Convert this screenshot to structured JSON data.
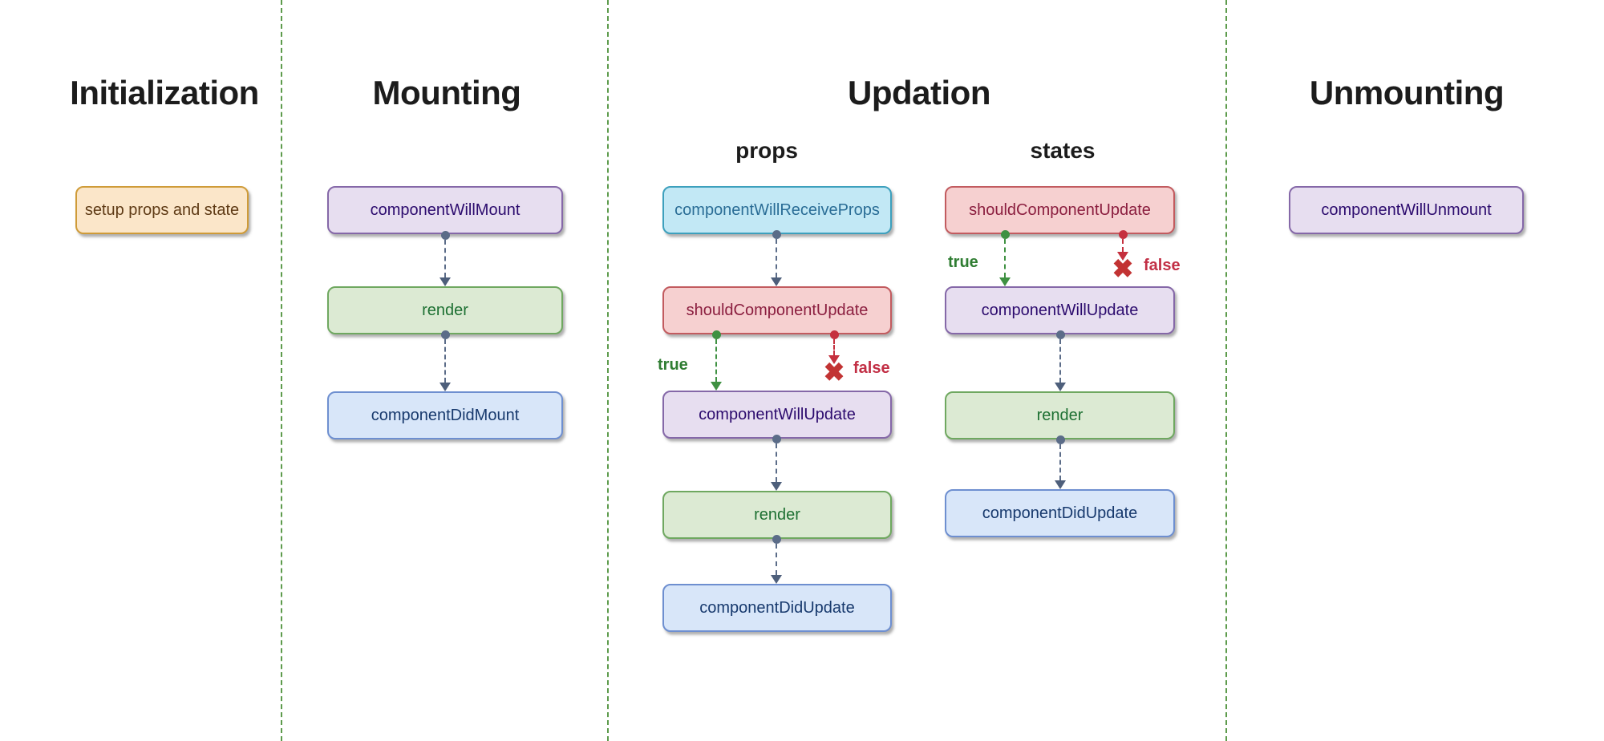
{
  "diagram": {
    "columns": [
      {
        "heading": "Initialization",
        "nodes": [
          {
            "label": "setup props and state",
            "style": "orange"
          }
        ]
      },
      {
        "heading": "Mounting",
        "nodes": [
          {
            "label": "componentWillMount",
            "style": "purple"
          },
          {
            "label": "render",
            "style": "green"
          },
          {
            "label": "componentDidMount",
            "style": "blue"
          }
        ]
      },
      {
        "heading": "Updation",
        "subcolumns": [
          {
            "heading": "props",
            "nodes": [
              {
                "label": "componentWillReceiveProps",
                "style": "cyan"
              },
              {
                "label": "shouldComponentUpdate",
                "style": "red"
              },
              {
                "label": "componentWillUpdate",
                "style": "purple"
              },
              {
                "label": "render",
                "style": "green"
              },
              {
                "label": "componentDidUpdate",
                "style": "blue"
              }
            ]
          },
          {
            "heading": "states",
            "nodes": [
              {
                "label": "shouldComponentUpdate",
                "style": "red"
              },
              {
                "label": "componentWillUpdate",
                "style": "purple"
              },
              {
                "label": "render",
                "style": "green"
              },
              {
                "label": "componentDidUpdate",
                "style": "blue"
              }
            ]
          }
        ]
      },
      {
        "heading": "Unmounting",
        "nodes": [
          {
            "label": "componentWillUnmount",
            "style": "purple"
          }
        ]
      }
    ],
    "branches": {
      "true_label": "true",
      "false_label": "false",
      "x_icon": "✖"
    },
    "palette": {
      "orange": {
        "fill": "#fbe6c9",
        "border": "#cf9b38",
        "text": "#5f3b16"
      },
      "purple": {
        "fill": "#e7def0",
        "border": "#8568a8",
        "text": "#2c0b6e"
      },
      "green": {
        "fill": "#dcead3",
        "border": "#6fa860",
        "text": "#1d7032"
      },
      "blue": {
        "fill": "#d8e6f9",
        "border": "#6e8fd0",
        "text": "#17396d"
      },
      "cyan": {
        "fill": "#c2e8f5",
        "border": "#3da0bd",
        "text": "#2a6d96"
      },
      "red": {
        "fill": "#f6d0d0",
        "border": "#c25b5f",
        "text": "#8b1e3f"
      }
    },
    "colors": {
      "background": "#ffffff",
      "divider": "#5d9b4c",
      "arrow": "#5b6c88",
      "true_branch": "#3f9142",
      "false_branch": "#c5303e",
      "heading_text": "#1c1c1c"
    }
  }
}
